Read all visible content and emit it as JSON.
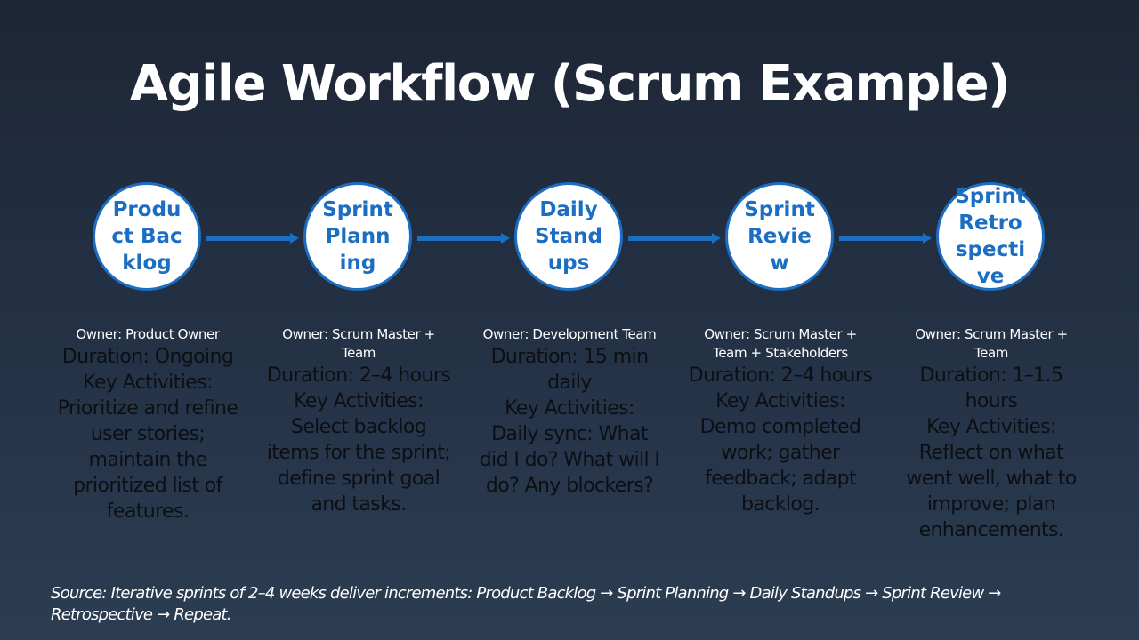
{
  "title": "Agile Workflow (Scrum Example)",
  "colors": {
    "accent": "#1b6ec2",
    "node_fill": "#ffffff",
    "background_top": "#1d2636",
    "background_bottom": "#2c3d52",
    "detail_text": "#0c0f14",
    "owner_text": "#ffffff"
  },
  "steps": [
    {
      "label": "Product Backlog",
      "owner": "Owner: Product Owner",
      "duration": "Duration: Ongoing",
      "activities_label": "Key Activities:",
      "activities": "Prioritize and refine user stories; maintain the prioritized list of features."
    },
    {
      "label": "Sprint Planning",
      "owner": "Owner: Scrum Master + Team",
      "duration": "Duration: 2–4 hours",
      "activities_label": "Key Activities:",
      "activities": "Select backlog items for the sprint; define sprint goal and tasks."
    },
    {
      "label": "Daily Standups",
      "owner": "Owner: Development Team",
      "duration": "Duration: 15 min daily",
      "activities_label": "Key Activities:",
      "activities": "Daily sync: What did I do? What will I do? Any blockers?"
    },
    {
      "label": "Sprint Review",
      "owner": "Owner: Scrum Master + Team + Stakeholders",
      "duration": "Duration: 2–4 hours",
      "activities_label": "Key Activities:",
      "activities": "Demo completed work; gather feedback; adapt backlog."
    },
    {
      "label": "Sprint Retrospective",
      "owner": "Owner: Scrum Master + Team",
      "duration": "Duration: 1–1.5 hours",
      "activities_label": "Key Activities:",
      "activities": "Reflect on what went well, what to improve; plan enhancements."
    }
  ],
  "source": "Source: Iterative sprints of 2–4 weeks deliver increments: Product Backlog → Sprint Planning → Daily Standups → Sprint Review → Retrospective → Repeat."
}
